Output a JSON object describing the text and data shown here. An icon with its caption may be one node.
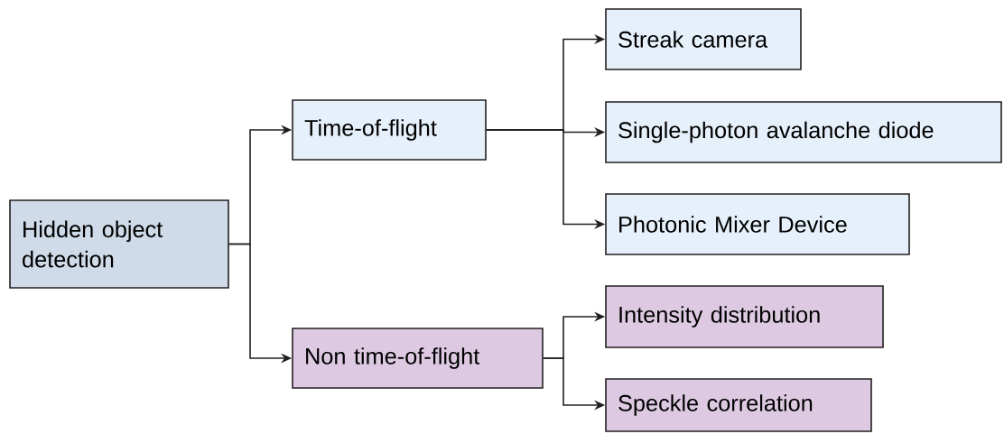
{
  "diagram": {
    "nodes": [
      {
        "text": [
          "Hidden object detection"
        ]
      },
      {
        "text": [
          "Time-of-flight"
        ]
      },
      {
        "text": [
          "Non time-of-flight"
        ]
      },
      {
        "text": [
          "Streak camera"
        ]
      },
      {
        "text": [
          "Single-photon avalanche diode"
        ]
      },
      {
        "text": [
          "Photonic Mixer Device"
        ]
      },
      {
        "text": [
          "Intensity distribution"
        ]
      },
      {
        "text": [
          "Speckle correlation"
        ]
      }
    ],
    "edges": [
      {
        "from": 0,
        "to": 1,
        "arrow": "to"
      },
      {
        "from": 0,
        "to": 2,
        "arrow": "to"
      },
      {
        "from": 1,
        "to": 3,
        "arrow": "to"
      },
      {
        "from": 1,
        "to": 4,
        "arrow": "to"
      },
      {
        "from": 1,
        "to": 5,
        "arrow": "to"
      },
      {
        "from": 2,
        "to": 6,
        "arrow": "to"
      },
      {
        "from": 2,
        "to": 7,
        "arrow": "to"
      }
    ]
  }
}
